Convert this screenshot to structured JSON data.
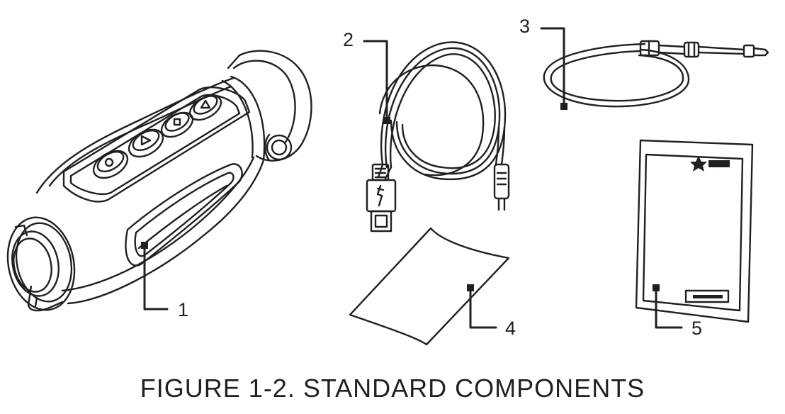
{
  "figure": {
    "caption": "FIGURE 1-2. STANDARD COMPONENTS"
  },
  "callouts": [
    {
      "number": "1",
      "component": "thermal monocular"
    },
    {
      "number": "2",
      "component": "USB cable"
    },
    {
      "number": "3",
      "component": "lanyard"
    },
    {
      "number": "4",
      "component": "lens cloth"
    },
    {
      "number": "5",
      "component": "manual"
    }
  ],
  "colors": {
    "line": "#231f20",
    "background": "#ffffff",
    "fill_light": "#f4f4f4"
  }
}
